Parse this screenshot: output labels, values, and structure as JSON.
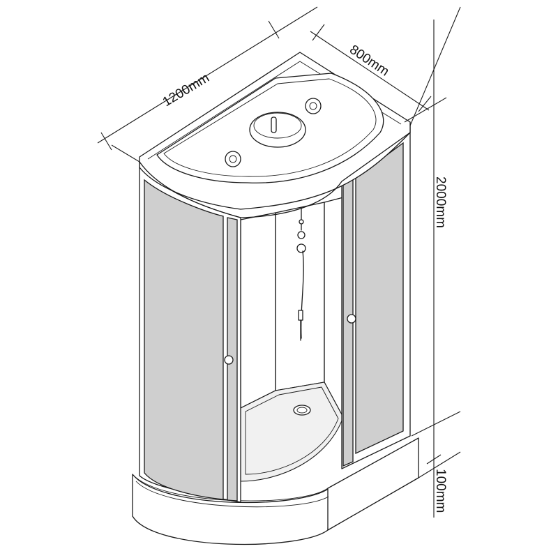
{
  "diagram": {
    "dimensions": {
      "width": "1200mm",
      "depth": "800mm",
      "height": "2000mm",
      "base_height": "100mm"
    }
  }
}
